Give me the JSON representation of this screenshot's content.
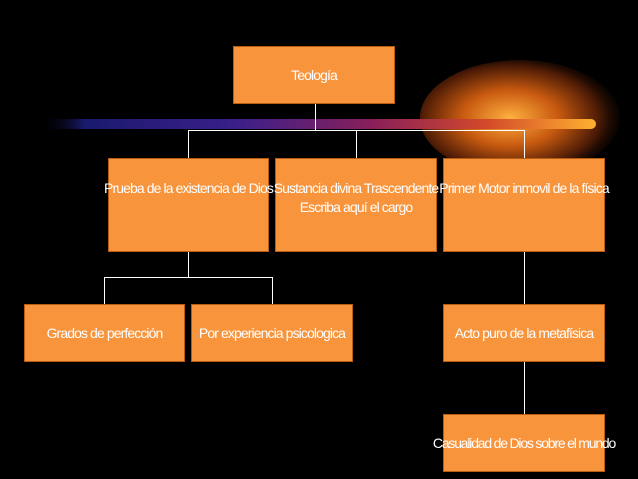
{
  "diagram": {
    "root": {
      "label": "Teología"
    },
    "level1": [
      {
        "label": "Prueba de la existencia de Dios"
      },
      {
        "label": "Sustancia divina Trascendente",
        "sublabel": "Escriba aquí el cargo"
      },
      {
        "label": "Primer Motor  inmovil de la física"
      }
    ],
    "level2": [
      {
        "label": "Grados de perfección"
      },
      {
        "label": "Por experiencia psicologica"
      },
      {
        "label": "Acto puro de la metafísica"
      }
    ],
    "level3": [
      {
        "label": "Casualidad de Dios sobre el mundo"
      }
    ]
  },
  "colors": {
    "node_fill": "#f7943c",
    "background": "#000000",
    "connector": "#ffffff"
  }
}
